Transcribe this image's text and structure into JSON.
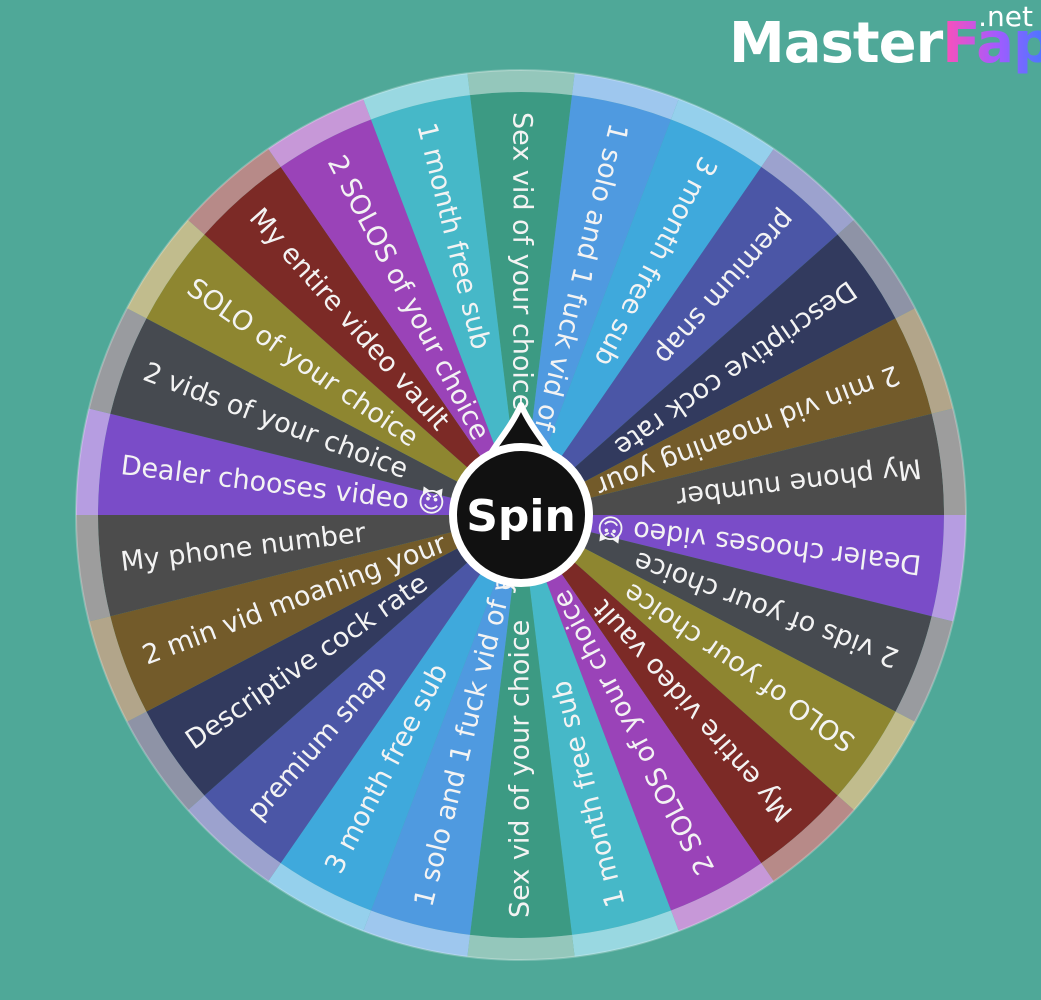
{
  "watermark": {
    "master": "Master",
    "fap": "Fap",
    "tld": ".net"
  },
  "spin_button": {
    "label": "Spin",
    "color": "#111111",
    "icon": "pointer-icon"
  },
  "wheel": {
    "rim_color": "#c9c9c9",
    "segments": [
      {
        "label": "Sex vid of your choice",
        "color": "#3c9a83"
      },
      {
        "label": "1 solo and 1 fuck vid of your choice",
        "color": "#4f9ae0"
      },
      {
        "label": "3 month free sub",
        "color": "#3fa9dc"
      },
      {
        "label": "premium snap",
        "color": "#4b56a6"
      },
      {
        "label": "Descriptive cock rate",
        "color": "#323a5e"
      },
      {
        "label": "2 min vid moaning your name",
        "color": "#735b2a"
      },
      {
        "label": "My phone number",
        "color": "#4c4c4c"
      },
      {
        "label": "Dealer chooses video 😈",
        "color": "#7a4cc8"
      },
      {
        "label": "2 vids of your choice",
        "color": "#464a50"
      },
      {
        "label": "SOLO of your choice",
        "color": "#8e8630"
      },
      {
        "label": "My entire video vault",
        "color": "#7c2a26"
      },
      {
        "label": "2 SOLOS of your choice",
        "color": "#9a43b8"
      },
      {
        "label": "1 month free sub",
        "color": "#46b8c8"
      },
      {
        "label": "Sex vid of your choice",
        "color": "#3c9a83"
      },
      {
        "label": "1 solo and 1 fuck vid of your choice",
        "color": "#4f9ae0"
      },
      {
        "label": "3 month free sub",
        "color": "#3fa9dc"
      },
      {
        "label": "premium snap",
        "color": "#4b56a6"
      },
      {
        "label": "Descriptive cock rate",
        "color": "#323a5e"
      },
      {
        "label": "2 min vid moaning your name",
        "color": "#735b2a"
      },
      {
        "label": "My phone number",
        "color": "#4c4c4c"
      },
      {
        "label": "Dealer chooses video 😈",
        "color": "#7a4cc8"
      },
      {
        "label": "2 vids of your choice",
        "color": "#464a50"
      },
      {
        "label": "SOLO of your choice",
        "color": "#8e8630"
      },
      {
        "label": "My entire video vault",
        "color": "#7c2a26"
      },
      {
        "label": "2 SOLOS of your choice",
        "color": "#9a43b8"
      },
      {
        "label": "1 month free sub",
        "color": "#46b8c8"
      }
    ]
  }
}
